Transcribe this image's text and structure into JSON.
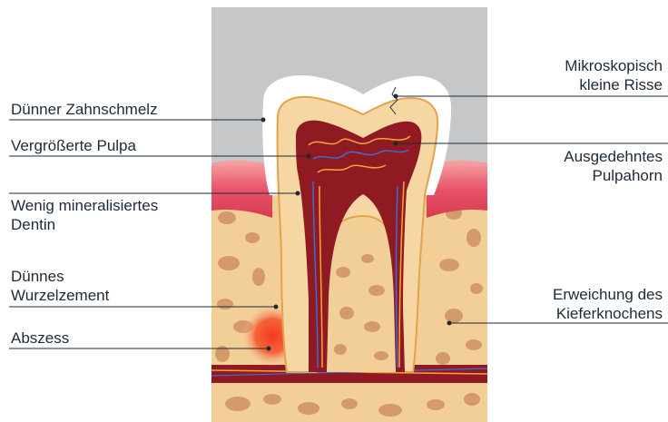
{
  "diagram": {
    "labels_left": [
      {
        "id": "enamel",
        "lines": [
          "Dünner Zahnschmelz"
        ]
      },
      {
        "id": "pulp",
        "lines": [
          "Vergrößerte Pulpa"
        ]
      },
      {
        "id": "dentin",
        "lines": [
          "Wenig mineralisiertes",
          "Dentin"
        ]
      },
      {
        "id": "cementum",
        "lines": [
          "Dünnes",
          "Wurzelzement"
        ]
      },
      {
        "id": "abscess",
        "lines": [
          "Abszess"
        ]
      }
    ],
    "labels_right": [
      {
        "id": "cracks",
        "lines": [
          "Mikroskopisch",
          "kleine Risse"
        ]
      },
      {
        "id": "pulp_horn",
        "lines": [
          "Ausgedehntes",
          "Pulpahorn"
        ]
      },
      {
        "id": "jawbone",
        "lines": [
          "Erweichung des",
          "Kieferknochens"
        ]
      }
    ]
  },
  "colors": {
    "background_gray": "#c5c7c9",
    "gum": "#e8546a",
    "bone": "#f3cf98",
    "bone_spots": "#d59a6c",
    "enamel": "#ffffff",
    "dentin": "#f6d7a3",
    "pulp": "#8f1a22",
    "abscess": "#f0452a",
    "leader": "#1e2a38"
  }
}
